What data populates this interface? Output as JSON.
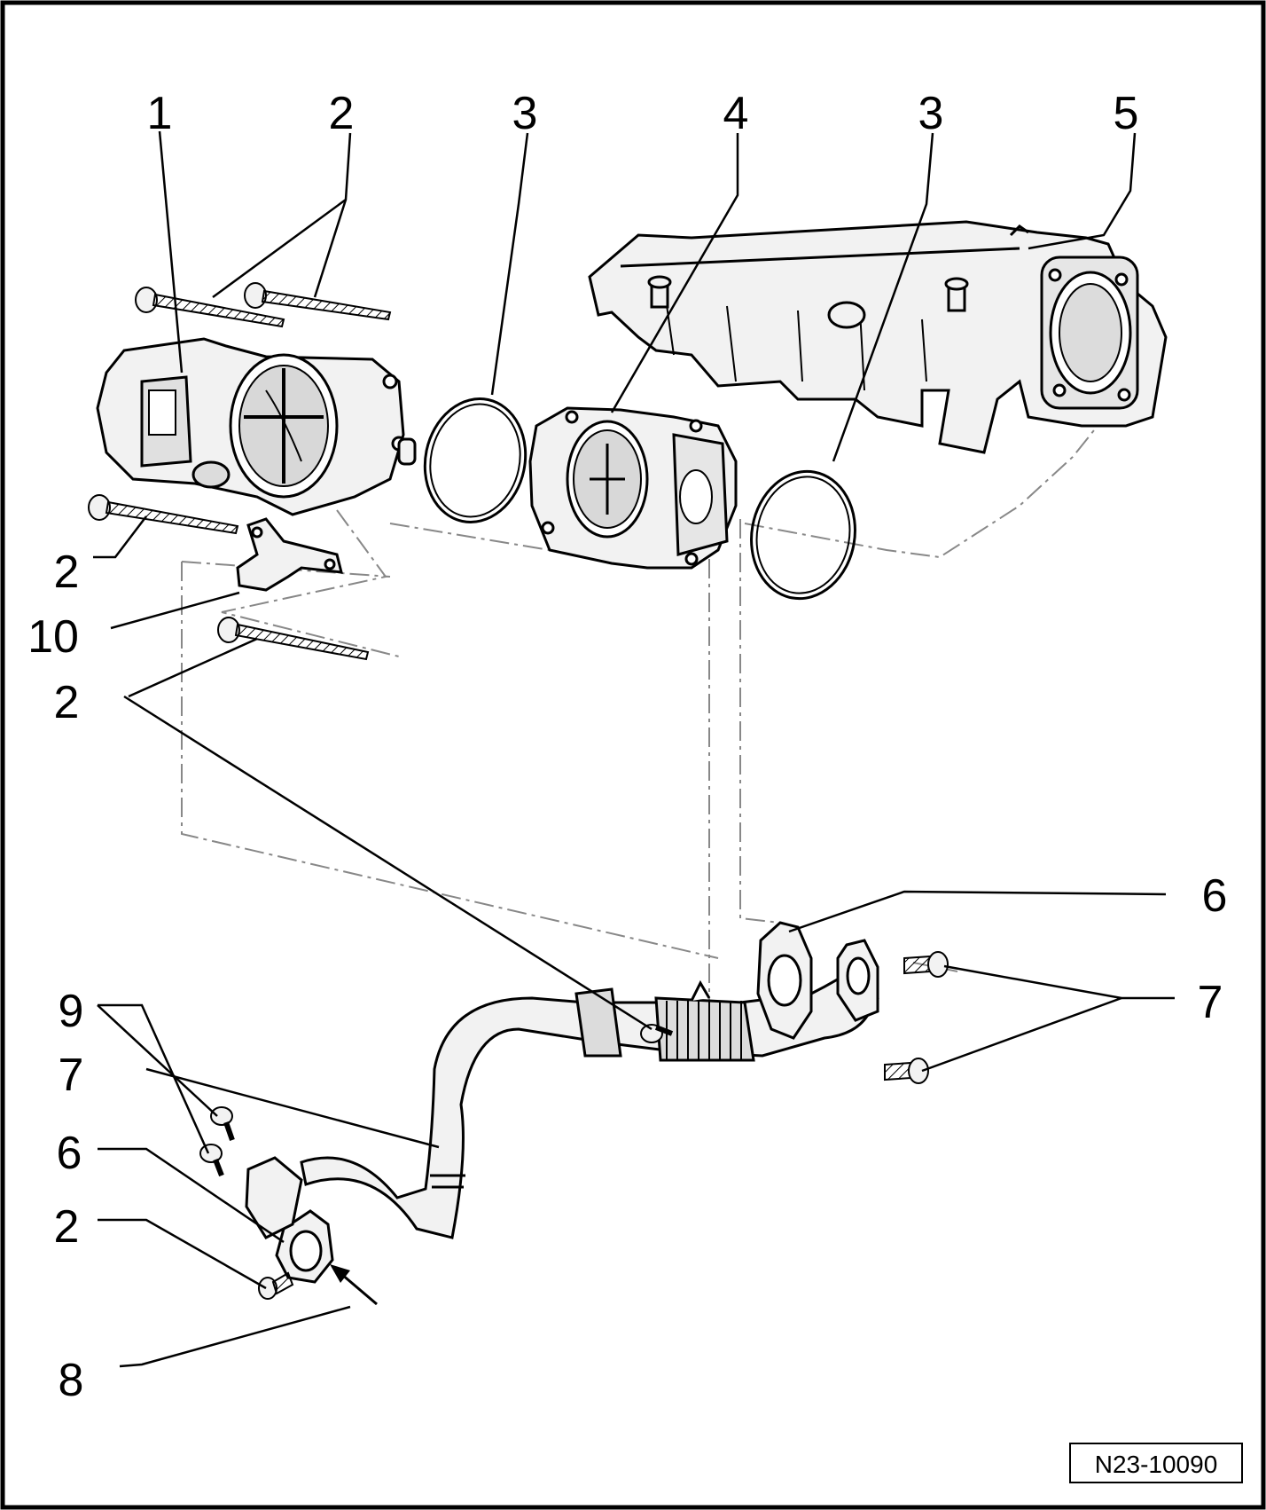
{
  "diagram": {
    "callouts": [
      {
        "id": "c1",
        "text": "1"
      },
      {
        "id": "c2a",
        "text": "2"
      },
      {
        "id": "c3a",
        "text": "3"
      },
      {
        "id": "c4",
        "text": "4"
      },
      {
        "id": "c3b",
        "text": "3"
      },
      {
        "id": "c5",
        "text": "5"
      },
      {
        "id": "c2b",
        "text": "2"
      },
      {
        "id": "c10",
        "text": "10"
      },
      {
        "id": "c2c",
        "text": "2"
      },
      {
        "id": "c6a",
        "text": "6"
      },
      {
        "id": "c7a",
        "text": "7"
      },
      {
        "id": "c9",
        "text": "9"
      },
      {
        "id": "c7b",
        "text": "7"
      },
      {
        "id": "c6b",
        "text": "6"
      },
      {
        "id": "c2d",
        "text": "2"
      },
      {
        "id": "c8",
        "text": "8"
      }
    ],
    "reference_code": "N23-10090"
  },
  "colors": {
    "line": "#000000",
    "part_fill": "#f2f2f2",
    "shade": "#c8c8c8",
    "frame": "#000000"
  }
}
